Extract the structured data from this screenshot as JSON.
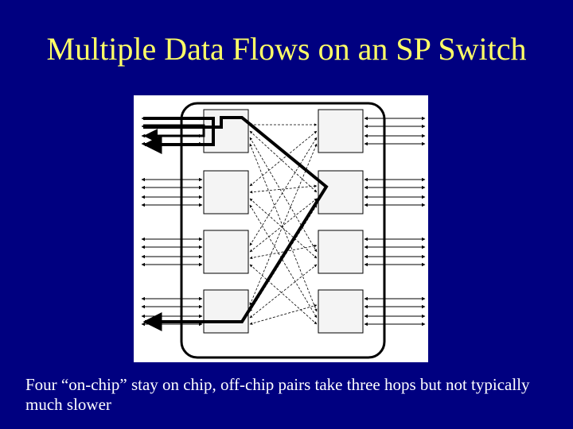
{
  "slide": {
    "title": "Multiple Data Flows on an SP Switch",
    "caption": "Four “on-chip” stay on chip,  off-chip pairs take three hops but not typically much slower"
  },
  "diagram": {
    "left_chips": 4,
    "right_chips": 4,
    "links_per_chip": 4,
    "colors": {
      "background": "#000080",
      "title": "#FFFF66",
      "caption": "#FFFFFF",
      "diagram_bg": "#FFFFFF",
      "chip_fill": "#F4F4F4",
      "lines": "#000000"
    }
  }
}
